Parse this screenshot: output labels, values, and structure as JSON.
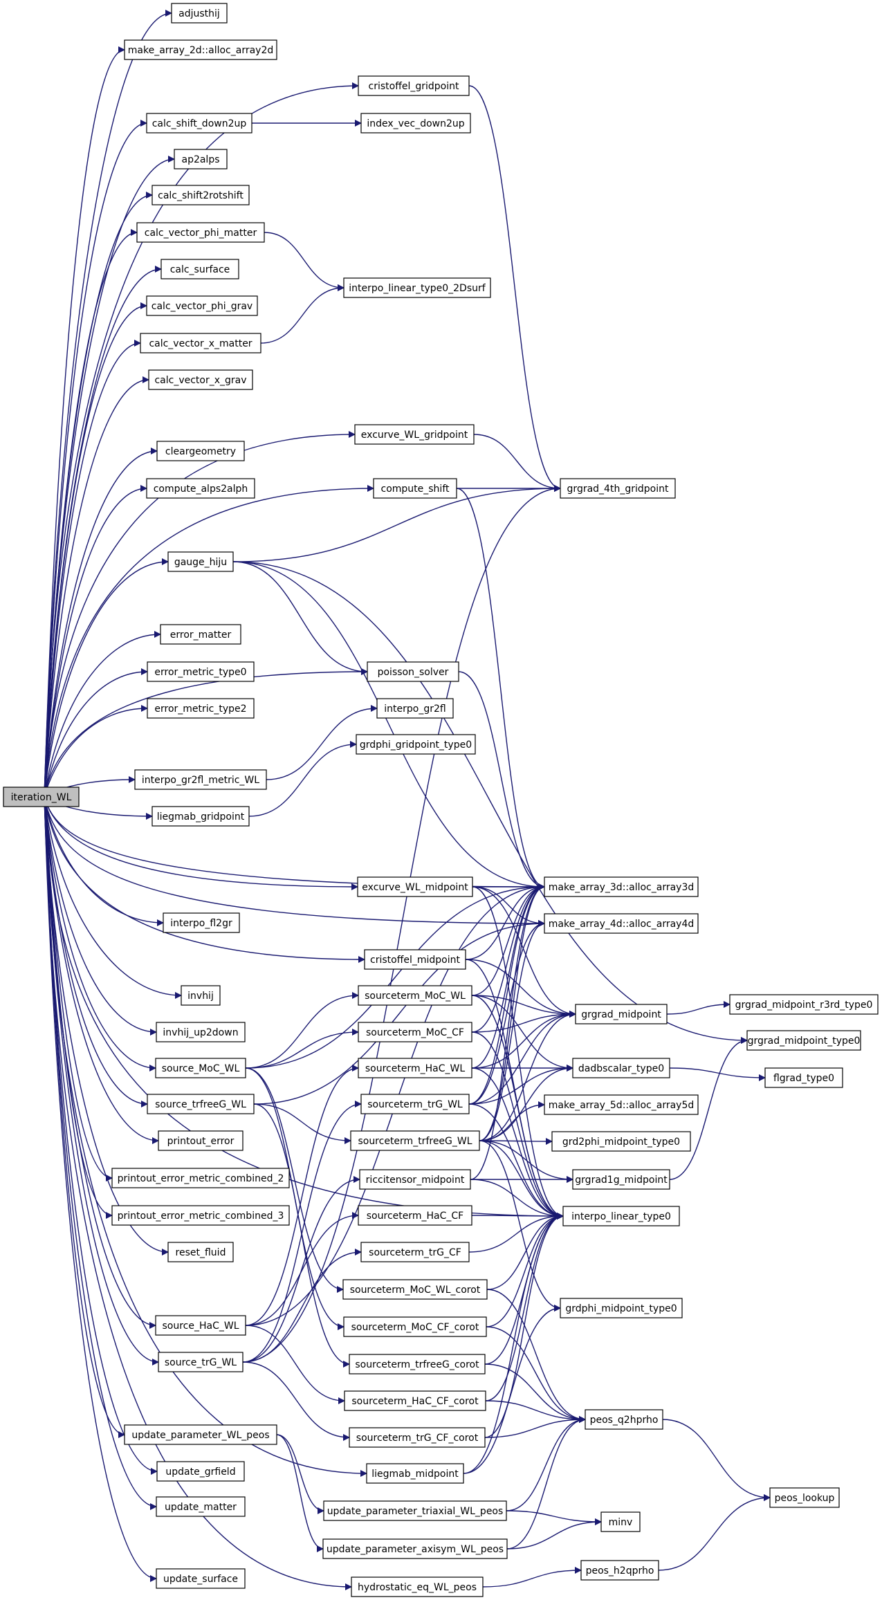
{
  "nodes": [
    {
      "id": "iteration_WL",
      "label": "iteration_WL",
      "root": true
    },
    {
      "id": "adjusthij",
      "label": "adjusthij"
    },
    {
      "id": "alloc2d",
      "label": "make_array_2d::alloc_array2d"
    },
    {
      "id": "cristoffel_gp",
      "label": "cristoffel_gridpoint"
    },
    {
      "id": "calc_shift_down2up",
      "label": "calc_shift_down2up"
    },
    {
      "id": "index_vec",
      "label": "index_vec_down2up"
    },
    {
      "id": "ap2alps",
      "label": "ap2alps"
    },
    {
      "id": "calc_shift2rot",
      "label": "calc_shift2rotshift"
    },
    {
      "id": "cv_phi_matter",
      "label": "calc_vector_phi_matter"
    },
    {
      "id": "calc_surface",
      "label": "calc_surface"
    },
    {
      "id": "interpo_2Dsurf",
      "label": "interpo_linear_type0_2Dsurf"
    },
    {
      "id": "cv_phi_grav",
      "label": "calc_vector_phi_grav"
    },
    {
      "id": "cv_x_matter",
      "label": "calc_vector_x_matter"
    },
    {
      "id": "cv_x_grav",
      "label": "calc_vector_x_grav"
    },
    {
      "id": "excurve_gp",
      "label": "excurve_WL_gridpoint"
    },
    {
      "id": "cleargeometry",
      "label": "cleargeometry"
    },
    {
      "id": "compute_alps2alph",
      "label": "compute_alps2alph"
    },
    {
      "id": "compute_shift",
      "label": "compute_shift"
    },
    {
      "id": "grgrad_4th",
      "label": "grgrad_4th_gridpoint"
    },
    {
      "id": "gauge_hiju",
      "label": "gauge_hiju"
    },
    {
      "id": "error_matter",
      "label": "error_matter"
    },
    {
      "id": "error_metric0",
      "label": "error_metric_type0"
    },
    {
      "id": "poisson_solver",
      "label": "poisson_solver"
    },
    {
      "id": "error_metric2",
      "label": "error_metric_type2"
    },
    {
      "id": "interpo_gr2fl",
      "label": "interpo_gr2fl"
    },
    {
      "id": "grdphi_gp",
      "label": "grdphi_gridpoint_type0"
    },
    {
      "id": "interpo_gr2fl_metric",
      "label": "interpo_gr2fl_metric_WL"
    },
    {
      "id": "liegmab_gp",
      "label": "liegmab_gridpoint"
    },
    {
      "id": "excurve_mp",
      "label": "excurve_WL_midpoint"
    },
    {
      "id": "alloc3d",
      "label": "make_array_3d::alloc_array3d"
    },
    {
      "id": "interpo_fl2gr",
      "label": "interpo_fl2gr"
    },
    {
      "id": "alloc4d",
      "label": "make_array_4d::alloc_array4d"
    },
    {
      "id": "cristoffel_mp",
      "label": "cristoffel_midpoint"
    },
    {
      "id": "invhij",
      "label": "invhij"
    },
    {
      "id": "st_MoC_WL",
      "label": "sourceterm_MoC_WL"
    },
    {
      "id": "grgrad_mp",
      "label": "grgrad_midpoint"
    },
    {
      "id": "grgrad_r3rd",
      "label": "grgrad_midpoint_r3rd_type0"
    },
    {
      "id": "invhij_up2down",
      "label": "invhij_up2down"
    },
    {
      "id": "st_MoC_CF",
      "label": "sourceterm_MoC_CF"
    },
    {
      "id": "grgrad_mp0",
      "label": "grgrad_midpoint_type0"
    },
    {
      "id": "source_MoC_WL",
      "label": "source_MoC_WL"
    },
    {
      "id": "st_HaC_WL",
      "label": "sourceterm_HaC_WL"
    },
    {
      "id": "dadbscalar",
      "label": "dadbscalar_type0"
    },
    {
      "id": "flgrad",
      "label": "flgrad_type0"
    },
    {
      "id": "source_trfreeG_WL",
      "label": "source_trfreeG_WL"
    },
    {
      "id": "st_trG_WL",
      "label": "sourceterm_trG_WL"
    },
    {
      "id": "alloc5d",
      "label": "make_array_5d::alloc_array5d"
    },
    {
      "id": "printout_error",
      "label": "printout_error"
    },
    {
      "id": "st_trfreeG_WL",
      "label": "sourceterm_trfreeG_WL"
    },
    {
      "id": "grd2phi_mp",
      "label": "grd2phi_midpoint_type0"
    },
    {
      "id": "pe_combined_2",
      "label": "printout_error_metric_combined_2"
    },
    {
      "id": "ricci_mp",
      "label": "riccitensor_midpoint"
    },
    {
      "id": "grgrad1g_mp",
      "label": "grgrad1g_midpoint"
    },
    {
      "id": "pe_combined_3",
      "label": "printout_error_metric_combined_3"
    },
    {
      "id": "st_HaC_CF",
      "label": "sourceterm_HaC_CF"
    },
    {
      "id": "interpo_lin0",
      "label": "interpo_linear_type0"
    },
    {
      "id": "reset_fluid",
      "label": "reset_fluid"
    },
    {
      "id": "st_trG_CF",
      "label": "sourceterm_trG_CF"
    },
    {
      "id": "st_MoC_WL_corot",
      "label": "sourceterm_MoC_WL_corot"
    },
    {
      "id": "grdphi_mp",
      "label": "grdphi_midpoint_type0"
    },
    {
      "id": "source_HaC_WL",
      "label": "source_HaC_WL"
    },
    {
      "id": "st_MoC_CF_corot",
      "label": "sourceterm_MoC_CF_corot"
    },
    {
      "id": "source_trG_WL",
      "label": "source_trG_WL"
    },
    {
      "id": "st_trfreeG_corot",
      "label": "sourceterm_trfreeG_corot"
    },
    {
      "id": "st_HaC_CF_corot",
      "label": "sourceterm_HaC_CF_corot"
    },
    {
      "id": "peos_q2hprho",
      "label": "peos_q2hprho"
    },
    {
      "id": "st_trG_CF_corot",
      "label": "sourceterm_trG_CF_corot"
    },
    {
      "id": "upd_param_WL_peos",
      "label": "update_parameter_WL_peos"
    },
    {
      "id": "update_grfield",
      "label": "update_grfield"
    },
    {
      "id": "liegmab_mp",
      "label": "liegmab_midpoint"
    },
    {
      "id": "peos_lookup",
      "label": "peos_lookup"
    },
    {
      "id": "update_matter",
      "label": "update_matter"
    },
    {
      "id": "upd_triaxial",
      "label": "update_parameter_triaxial_WL_peos"
    },
    {
      "id": "minv",
      "label": "minv"
    },
    {
      "id": "upd_axisym",
      "label": "update_parameter_axisym_WL_peos"
    },
    {
      "id": "update_surface",
      "label": "update_surface"
    },
    {
      "id": "hydrostatic",
      "label": "hydrostatic_eq_WL_peos"
    },
    {
      "id": "peos_h2qprho",
      "label": "peos_h2qprho"
    }
  ],
  "edges": [
    [
      "iteration_WL",
      "adjusthij"
    ],
    [
      "iteration_WL",
      "alloc2d"
    ],
    [
      "iteration_WL",
      "cristoffel_gp"
    ],
    [
      "iteration_WL",
      "calc_shift_down2up"
    ],
    [
      "iteration_WL",
      "ap2alps"
    ],
    [
      "iteration_WL",
      "calc_shift2rot"
    ],
    [
      "iteration_WL",
      "cv_phi_matter"
    ],
    [
      "iteration_WL",
      "calc_surface"
    ],
    [
      "iteration_WL",
      "cv_phi_grav"
    ],
    [
      "iteration_WL",
      "cv_x_matter"
    ],
    [
      "iteration_WL",
      "cv_x_grav"
    ],
    [
      "iteration_WL",
      "excurve_gp"
    ],
    [
      "iteration_WL",
      "cleargeometry"
    ],
    [
      "iteration_WL",
      "compute_alps2alph"
    ],
    [
      "iteration_WL",
      "compute_shift"
    ],
    [
      "iteration_WL",
      "gauge_hiju"
    ],
    [
      "iteration_WL",
      "alloc3d"
    ],
    [
      "iteration_WL",
      "error_matter"
    ],
    [
      "iteration_WL",
      "error_metric0"
    ],
    [
      "iteration_WL",
      "error_metric2"
    ],
    [
      "iteration_WL",
      "poisson_solver"
    ],
    [
      "iteration_WL",
      "interpo_gr2fl_metric"
    ],
    [
      "iteration_WL",
      "liegmab_gp"
    ],
    [
      "iteration_WL",
      "alloc4d"
    ],
    [
      "iteration_WL",
      "excurve_mp"
    ],
    [
      "iteration_WL",
      "interpo_fl2gr"
    ],
    [
      "iteration_WL",
      "cristoffel_mp"
    ],
    [
      "iteration_WL",
      "invhij"
    ],
    [
      "iteration_WL",
      "invhij_up2down"
    ],
    [
      "iteration_WL",
      "source_MoC_WL"
    ],
    [
      "iteration_WL",
      "source_trfreeG_WL"
    ],
    [
      "iteration_WL",
      "printout_error"
    ],
    [
      "iteration_WL",
      "pe_combined_2"
    ],
    [
      "iteration_WL",
      "pe_combined_3"
    ],
    [
      "iteration_WL",
      "reset_fluid"
    ],
    [
      "iteration_WL",
      "interpo_lin0"
    ],
    [
      "iteration_WL",
      "source_HaC_WL"
    ],
    [
      "iteration_WL",
      "source_trG_WL"
    ],
    [
      "iteration_WL",
      "liegmab_mp"
    ],
    [
      "iteration_WL",
      "upd_param_WL_peos"
    ],
    [
      "iteration_WL",
      "update_grfield"
    ],
    [
      "iteration_WL",
      "update_matter"
    ],
    [
      "iteration_WL",
      "update_surface"
    ],
    [
      "iteration_WL",
      "hydrostatic"
    ],
    [
      "cristoffel_gp",
      "grgrad_4th"
    ],
    [
      "calc_shift_down2up",
      "index_vec"
    ],
    [
      "cv_phi_matter",
      "interpo_2Dsurf"
    ],
    [
      "cv_x_matter",
      "interpo_2Dsurf"
    ],
    [
      "excurve_gp",
      "grgrad_4th"
    ],
    [
      "compute_shift",
      "grgrad_4th"
    ],
    [
      "compute_shift",
      "alloc3d"
    ],
    [
      "gauge_hiju",
      "grgrad_4th"
    ],
    [
      "gauge_hiju",
      "alloc3d"
    ],
    [
      "gauge_hiju",
      "poisson_solver"
    ],
    [
      "gauge_hiju",
      "grgrad_mp0"
    ],
    [
      "poisson_solver",
      "alloc3d"
    ],
    [
      "interpo_gr2fl_metric",
      "interpo_gr2fl"
    ],
    [
      "liegmab_gp",
      "grdphi_gp"
    ],
    [
      "excurve_mp",
      "alloc3d"
    ],
    [
      "excurve_mp",
      "alloc4d"
    ],
    [
      "excurve_mp",
      "grgrad_mp"
    ],
    [
      "excurve_mp",
      "interpo_lin0"
    ],
    [
      "cristoffel_mp",
      "alloc3d"
    ],
    [
      "cristoffel_mp",
      "grgrad_mp"
    ],
    [
      "cristoffel_mp",
      "interpo_lin0"
    ],
    [
      "grgrad_mp",
      "grgrad_r3rd"
    ],
    [
      "dadbscalar",
      "flgrad"
    ],
    [
      "grgrad1g_mp",
      "grgrad_mp0"
    ],
    [
      "st_MoC_WL",
      "alloc3d"
    ],
    [
      "st_MoC_WL",
      "grgrad_mp"
    ],
    [
      "st_MoC_WL",
      "dadbscalar"
    ],
    [
      "st_MoC_WL",
      "interpo_lin0"
    ],
    [
      "st_MoC_CF",
      "alloc3d"
    ],
    [
      "st_MoC_CF",
      "grgrad_mp"
    ],
    [
      "st_MoC_CF",
      "interpo_lin0"
    ],
    [
      "st_HaC_WL",
      "alloc3d"
    ],
    [
      "st_HaC_WL",
      "grgrad_mp"
    ],
    [
      "st_HaC_WL",
      "dadbscalar"
    ],
    [
      "st_HaC_WL",
      "interpo_lin0"
    ],
    [
      "st_trG_WL",
      "alloc3d"
    ],
    [
      "st_trG_WL",
      "alloc4d"
    ],
    [
      "st_trG_WL",
      "grgrad_mp"
    ],
    [
      "st_trG_WL",
      "dadbscalar"
    ],
    [
      "st_trG_WL",
      "interpo_lin0"
    ],
    [
      "st_trfreeG_WL",
      "alloc3d"
    ],
    [
      "st_trfreeG_WL",
      "alloc4d"
    ],
    [
      "st_trfreeG_WL",
      "grgrad_mp"
    ],
    [
      "st_trfreeG_WL",
      "dadbscalar"
    ],
    [
      "st_trfreeG_WL",
      "alloc5d"
    ],
    [
      "st_trfreeG_WL",
      "grd2phi_mp"
    ],
    [
      "st_trfreeG_WL",
      "grgrad1g_mp"
    ],
    [
      "st_trfreeG_WL",
      "interpo_lin0"
    ],
    [
      "st_trfreeG_WL",
      "grdphi_mp"
    ],
    [
      "ricci_mp",
      "alloc3d"
    ],
    [
      "ricci_mp",
      "grgrad1g_mp"
    ],
    [
      "ricci_mp",
      "interpo_lin0"
    ],
    [
      "st_HaC_CF",
      "interpo_lin0"
    ],
    [
      "st_trG_CF",
      "interpo_lin0"
    ],
    [
      "st_MoC_WL_corot",
      "interpo_lin0"
    ],
    [
      "st_MoC_WL_corot",
      "peos_q2hprho"
    ],
    [
      "st_MoC_CF_corot",
      "interpo_lin0"
    ],
    [
      "st_MoC_CF_corot",
      "peos_q2hprho"
    ],
    [
      "st_trfreeG_corot",
      "interpo_lin0"
    ],
    [
      "st_trfreeG_corot",
      "peos_q2hprho"
    ],
    [
      "st_HaC_CF_corot",
      "interpo_lin0"
    ],
    [
      "st_HaC_CF_corot",
      "peos_q2hprho"
    ],
    [
      "st_trG_CF_corot",
      "interpo_lin0"
    ],
    [
      "st_trG_CF_corot",
      "peos_q2hprho"
    ],
    [
      "liegmab_mp",
      "grdphi_mp"
    ],
    [
      "liegmab_mp",
      "interpo_lin0"
    ],
    [
      "source_MoC_WL",
      "st_MoC_WL"
    ],
    [
      "source_MoC_WL",
      "st_MoC_CF"
    ],
    [
      "source_MoC_WL",
      "st_MoC_WL_corot"
    ],
    [
      "source_MoC_WL",
      "st_MoC_CF_corot"
    ],
    [
      "source_MoC_WL",
      "alloc3d"
    ],
    [
      "source_trfreeG_WL",
      "st_trfreeG_WL"
    ],
    [
      "source_trfreeG_WL",
      "st_trfreeG_corot"
    ],
    [
      "source_trfreeG_WL",
      "alloc4d"
    ],
    [
      "source_HaC_WL",
      "st_HaC_WL"
    ],
    [
      "source_HaC_WL",
      "st_HaC_CF"
    ],
    [
      "source_HaC_WL",
      "st_HaC_CF_corot"
    ],
    [
      "source_HaC_WL",
      "alloc3d"
    ],
    [
      "source_trG_WL",
      "st_trG_WL"
    ],
    [
      "source_trG_WL",
      "st_trG_CF"
    ],
    [
      "source_trG_WL",
      "st_trG_CF_corot"
    ],
    [
      "source_trG_WL",
      "ricci_mp"
    ],
    [
      "source_trG_WL",
      "grgrad_4th"
    ],
    [
      "peos_q2hprho",
      "peos_lookup"
    ],
    [
      "upd_param_WL_peos",
      "upd_triaxial"
    ],
    [
      "upd_param_WL_peos",
      "upd_axisym"
    ],
    [
      "upd_triaxial",
      "peos_q2hprho"
    ],
    [
      "upd_triaxial",
      "minv"
    ],
    [
      "upd_axisym",
      "peos_q2hprho"
    ],
    [
      "upd_axisym",
      "minv"
    ],
    [
      "hydrostatic",
      "peos_h2qprho"
    ],
    [
      "peos_h2qprho",
      "peos_lookup"
    ]
  ],
  "colors": {
    "edge": "#191970",
    "node_border": "#000000",
    "root_fill": "#bfbfbf",
    "node_fill": "#ffffff"
  }
}
